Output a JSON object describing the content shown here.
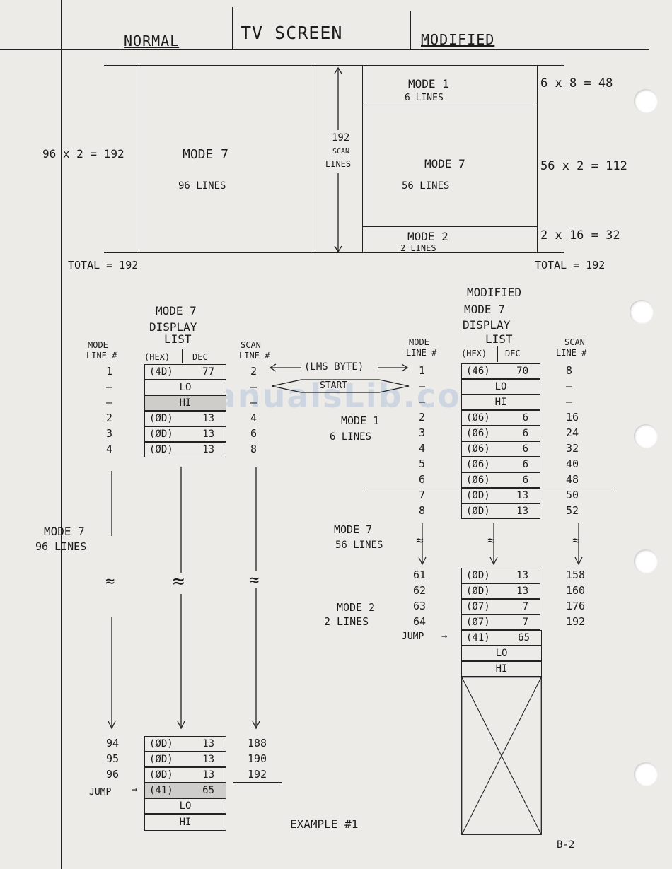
{
  "header": {
    "normal": "NORMAL",
    "tv_screen": "TV SCREEN",
    "modified": "MODIFIED"
  },
  "screen": {
    "normal_label": "96 x 2 = 192",
    "normal_mode": "MODE 7",
    "normal_lines": "96 LINES",
    "scan_192": "192",
    "scan_word": "SCAN",
    "lines_word": "LINES",
    "mod_mode1": "MODE 1",
    "mod_mode1_lines": "6 LINES",
    "mod_mode7": "MODE 7",
    "mod_mode7_lines": "56 LINES",
    "mod_mode2": "MODE 2",
    "mod_mode2_lines": "2 LINES",
    "calc1": "6 x 8 = 48",
    "calc2": "56 x 2 = 112",
    "calc3": "2 x 16 = 32",
    "total_left": "TOTAL = 192",
    "total_right": "TOTAL = 192"
  },
  "left_list": {
    "title1": "MODE 7",
    "title2": "DISPLAY",
    "title3": "LIST",
    "hdr_mode": "MODE",
    "hdr_line": "LINE #",
    "hdr_hex": "(HEX)",
    "hdr_dec": "DEC",
    "hdr_scan": "SCAN",
    "hdr_scanline": "LINE #",
    "rows": [
      {
        "mode": "1",
        "hex": "(4D)",
        "dec": "77",
        "scan": "2"
      },
      {
        "mode": "—",
        "hex": "",
        "dec": "LO",
        "scan": "—"
      },
      {
        "mode": "—",
        "hex": "",
        "dec": "HI",
        "scan": "—"
      },
      {
        "mode": "2",
        "hex": "(ØD)",
        "dec": "13",
        "scan": "4"
      },
      {
        "mode": "3",
        "hex": "(ØD)",
        "dec": "13",
        "scan": "6"
      },
      {
        "mode": "4",
        "hex": "(ØD)",
        "dec": "13",
        "scan": "8"
      }
    ],
    "bottom_rows": [
      {
        "mode": "94",
        "hex": "(ØD)",
        "dec": "13",
        "scan": "188"
      },
      {
        "mode": "95",
        "hex": "(ØD)",
        "dec": "13",
        "scan": "190"
      },
      {
        "mode": "96",
        "hex": "(ØD)",
        "dec": "13",
        "scan": "192"
      }
    ],
    "jump_label": "JUMP",
    "jump_hex": "(41)",
    "jump_dec": "65",
    "lo": "LO",
    "hi": "HI",
    "mode7_label": "MODE 7",
    "lines96": "96 LINES"
  },
  "middle": {
    "lms": "(LMS BYTE)",
    "start": "START",
    "mode1": "MODE 1",
    "mode1_lines": "6 LINES",
    "mode7": "MODE 7",
    "mode7_lines": "56 LINES",
    "mode2": "MODE 2",
    "mode2_lines": "2 LINES",
    "jump_label": "JUMP"
  },
  "right_list": {
    "title0": "MODIFIED",
    "title1": "MODE 7",
    "title2": "DISPLAY",
    "title3": "LIST",
    "hdr_mode": "MODE",
    "hdr_line": "LINE #",
    "hdr_hex": "(HEX)",
    "hdr_dec": "DEC",
    "hdr_scan": "SCAN",
    "hdr_scanline": "LINE #",
    "rows": [
      {
        "mode": "1",
        "hex": "(46)",
        "dec": "70",
        "scan": "8"
      },
      {
        "mode": "—",
        "hex": "",
        "dec": "LO",
        "scan": "—"
      },
      {
        "mode": "—",
        "hex": "",
        "dec": "HI",
        "scan": "—"
      },
      {
        "mode": "2",
        "hex": "(Ø6)",
        "dec": "6",
        "scan": "16"
      },
      {
        "mode": "3",
        "hex": "(Ø6)",
        "dec": "6",
        "scan": "24"
      },
      {
        "mode": "4",
        "hex": "(Ø6)",
        "dec": "6",
        "scan": "32"
      },
      {
        "mode": "5",
        "hex": "(Ø6)",
        "dec": "6",
        "scan": "40"
      },
      {
        "mode": "6",
        "hex": "(Ø6)",
        "dec": "6",
        "scan": "48"
      },
      {
        "mode": "7",
        "hex": "(ØD)",
        "dec": "13",
        "scan": "50"
      },
      {
        "mode": "8",
        "hex": "(ØD)",
        "dec": "13",
        "scan": "52"
      }
    ],
    "bottom_rows": [
      {
        "mode": "61",
        "hex": "(ØD)",
        "dec": "13",
        "scan": "158"
      },
      {
        "mode": "62",
        "hex": "(ØD)",
        "dec": "13",
        "scan": "160"
      },
      {
        "mode": "63",
        "hex": "(Ø7)",
        "dec": "7",
        "scan": "176"
      },
      {
        "mode": "64",
        "hex": "(Ø7)",
        "dec": "7",
        "scan": "192"
      }
    ],
    "jump_hex": "(41)",
    "jump_dec": "65",
    "lo": "LO",
    "hi": "HI"
  },
  "footer": {
    "example": "EXAMPLE #1",
    "page": "B-2"
  }
}
